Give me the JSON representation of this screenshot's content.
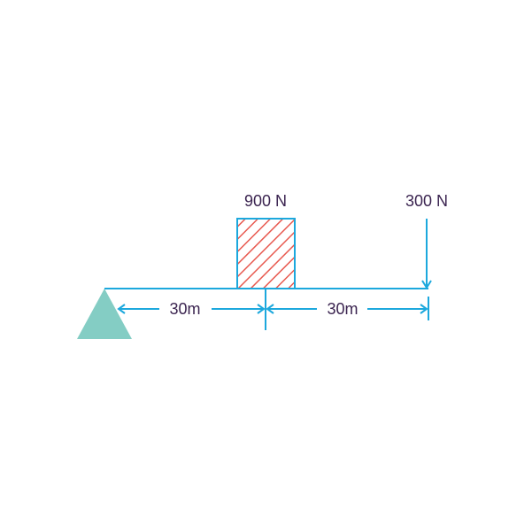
{
  "colors": {
    "beam": "#1ca8dd",
    "support": "#84cdc4",
    "hatch": "#e8594f",
    "text": "#3b2450",
    "background": "#ffffff"
  },
  "loads": {
    "block_load": "900 N",
    "point_load": "300 N"
  },
  "dimensions": {
    "left_span": "30m",
    "right_span": "30m"
  }
}
